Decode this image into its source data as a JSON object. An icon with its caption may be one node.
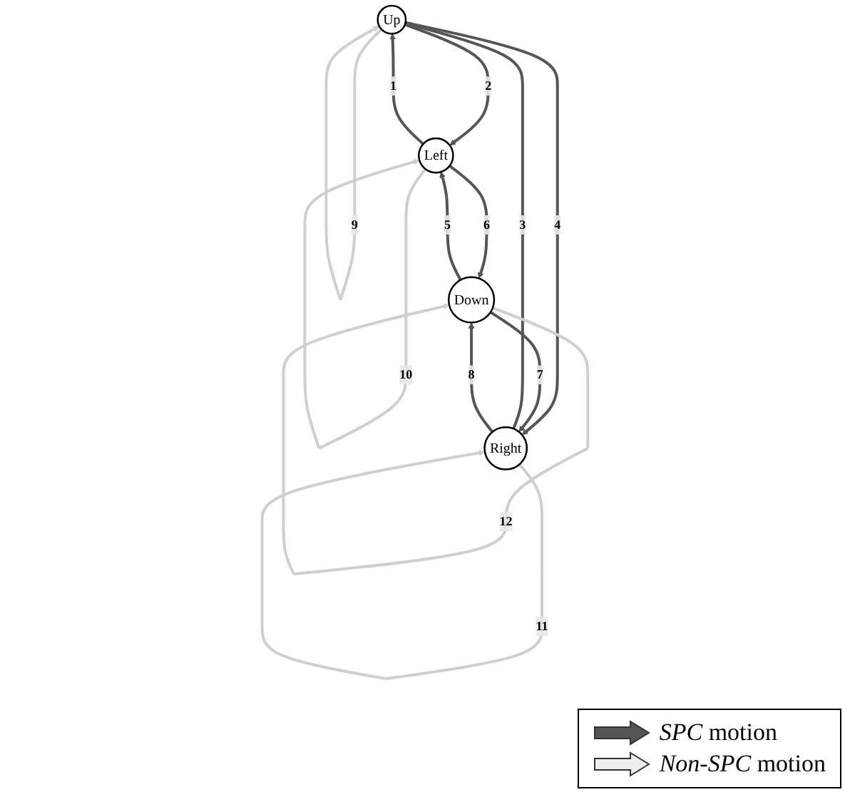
{
  "diagram": {
    "nodes": [
      {
        "text": [
          "Up"
        ]
      },
      {
        "text": [
          "Left"
        ]
      },
      {
        "text": [
          "Right"
        ]
      },
      {
        "text": [
          "Down"
        ]
      }
    ],
    "edges": [
      {
        "from": 1,
        "to": 0,
        "arrow": "to",
        "label": "1"
      },
      {
        "from": 0,
        "to": 1,
        "arrow": "to",
        "label": "2"
      },
      {
        "from": 2,
        "to": 0,
        "arrow": "to",
        "label": "3"
      },
      {
        "from": 0,
        "to": 2,
        "arrow": "to",
        "label": "4"
      },
      {
        "from": 3,
        "to": 1,
        "arrow": "to",
        "label": "5"
      },
      {
        "from": 1,
        "to": 3,
        "arrow": "to",
        "label": "6"
      },
      {
        "from": 3,
        "to": 2,
        "arrow": "to",
        "label": "7"
      },
      {
        "from": 2,
        "to": 3,
        "arrow": "to",
        "label": "8"
      },
      {
        "from": 0,
        "to": 0,
        "arrow": "to",
        "label": "9",
        "color": "#cfcfcf"
      },
      {
        "from": 1,
        "to": 1,
        "arrow": "to",
        "label": "10",
        "color": "#cfcfcf"
      },
      {
        "from": 2,
        "to": 2,
        "arrow": "to",
        "label": "11",
        "color": "#cfcfcf"
      },
      {
        "from": 3,
        "to": 3,
        "arrow": "to",
        "label": "12",
        "color": "#cfcfcf"
      }
    ],
    "legend": [
      {
        "text": "*SPC* motion"
      },
      {
        "text": "*Non-SPC* motion"
      }
    ]
  }
}
